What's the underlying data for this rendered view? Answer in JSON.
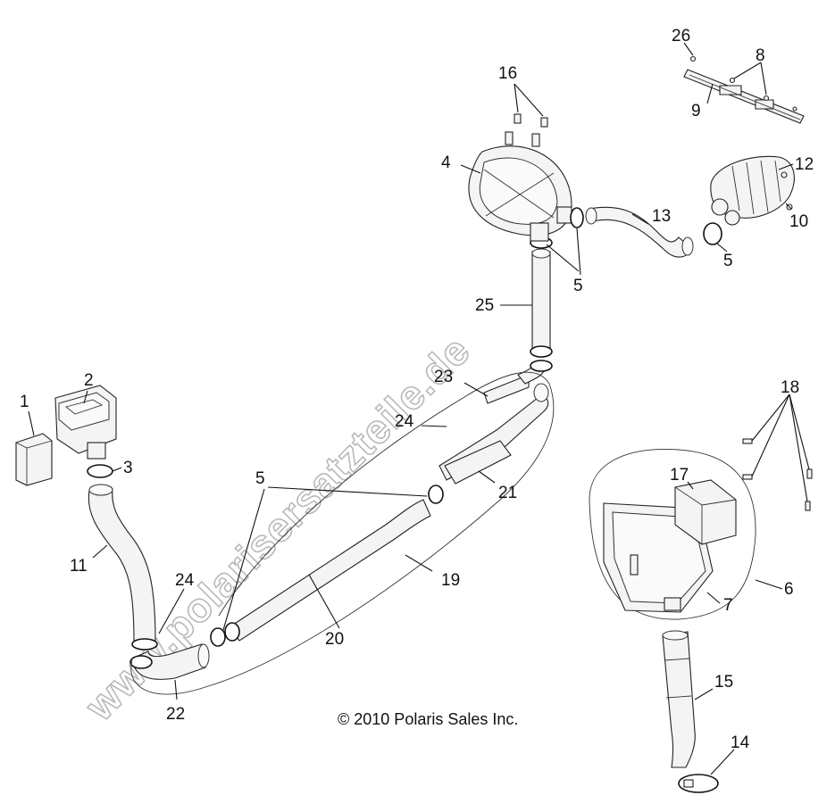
{
  "diagram": {
    "watermark": "www.polarisersatzteile.de",
    "copyright": "© 2010 Polaris Sales Inc.",
    "callouts": [
      "1",
      "2",
      "3",
      "11",
      "24",
      "22",
      "5",
      "20",
      "19",
      "24",
      "23",
      "21",
      "25",
      "5",
      "4",
      "16",
      "13",
      "5",
      "26",
      "8",
      "9",
      "12",
      "10",
      "18",
      "17",
      "6",
      "7",
      "15",
      "14"
    ]
  }
}
